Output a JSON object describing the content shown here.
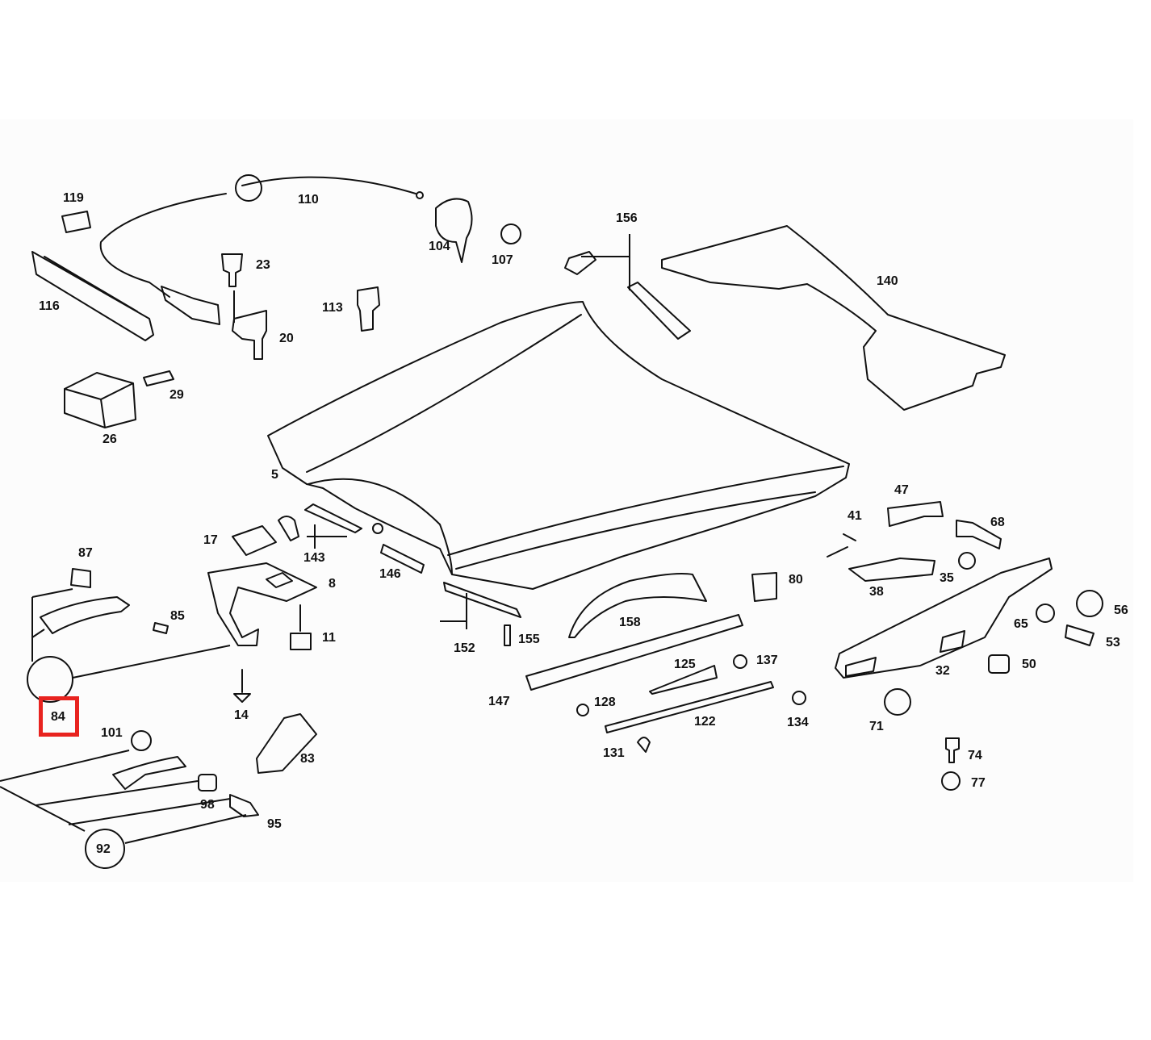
{
  "diagram": {
    "callouts": [
      "119",
      "110",
      "104",
      "107",
      "156",
      "140",
      "23",
      "116",
      "113",
      "20",
      "29",
      "26",
      "5",
      "47",
      "41",
      "68",
      "17",
      "143",
      "8",
      "87",
      "146",
      "80",
      "38",
      "35",
      "85",
      "11",
      "152",
      "155",
      "158",
      "56",
      "65",
      "53",
      "137",
      "125",
      "32",
      "50",
      "14",
      "147",
      "128",
      "134",
      "122",
      "71",
      "84",
      "101",
      "83",
      "131",
      "74",
      "77",
      "98",
      "95",
      "92"
    ],
    "highlighted": "84",
    "highlight_color": "#e8231f",
    "line_color": "#111111"
  }
}
